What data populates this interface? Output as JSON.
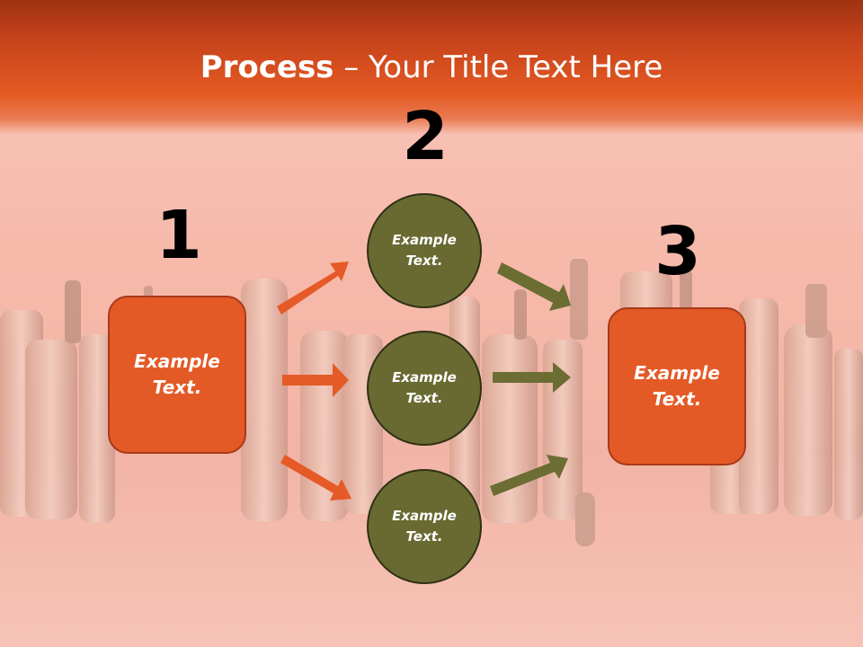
{
  "title": {
    "bold": "Process",
    "rest": " – Your Title Text Here"
  },
  "steps": [
    {
      "number": "1",
      "text": "Example Text."
    },
    {
      "number": "2",
      "text": "Example Text."
    },
    {
      "number": "3",
      "text": "Example Text."
    }
  ],
  "middle_nodes": [
    {
      "text": "Example Text."
    },
    {
      "text": "Example Text."
    },
    {
      "text": "Example Text."
    }
  ],
  "colors": {
    "header": "#e45a23",
    "box_fill": "#e35a26",
    "circle_fill": "#686a32",
    "orange_arrow": "#e55a26",
    "olive_arrow": "#6b6d33"
  }
}
